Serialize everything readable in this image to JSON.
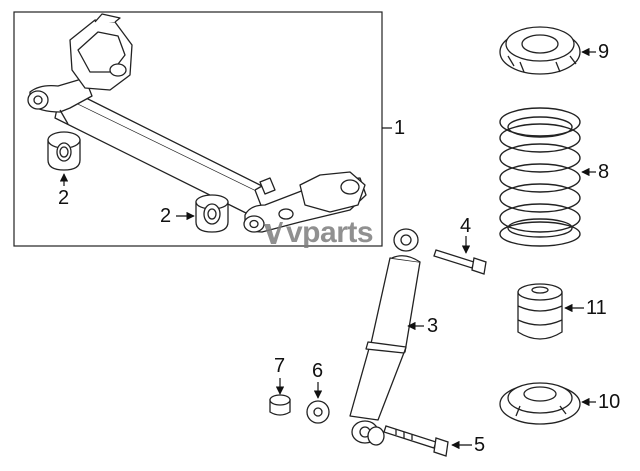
{
  "diagram": {
    "callouts": {
      "c1": "1",
      "c2a": "2",
      "c2b": "2",
      "c3": "3",
      "c4": "4",
      "c5": "5",
      "c6": "6",
      "c7": "7",
      "c8": "8",
      "c9": "9",
      "c10": "10",
      "c11": "11"
    },
    "watermark": "vparts"
  }
}
